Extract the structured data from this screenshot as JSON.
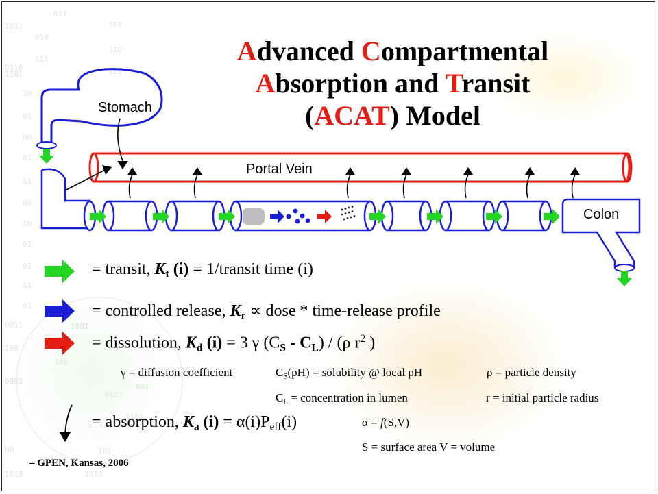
{
  "title": {
    "line1": {
      "a": "A",
      "b": "dvanced  ",
      "c": "C",
      "d": "ompartmental"
    },
    "line2": {
      "a": "A",
      "b": "bsorption  and  ",
      "c": "T",
      "d": "ransit"
    },
    "line3": {
      "a": "(",
      "b": "ACAT",
      "c": ")  Model"
    }
  },
  "diagram": {
    "stomach_label": "Stomach",
    "portal_vein_label": "Portal Vein",
    "colon_label": "Colon"
  },
  "legend": {
    "transit": {
      "pre": "=  transit,  ",
      "k": "K",
      "sub": "t",
      "mid": " (i)",
      "post": " = 1/transit time (i)"
    },
    "controlled_release": {
      "pre": "= controlled  release,   ",
      "k": "K",
      "sub": "r",
      "post": "  ∝  dose * time-release profile"
    },
    "dissolution": {
      "pre": "= dissolution,  ",
      "k": "K",
      "sub": "d",
      "mid": " (i)",
      "post_a": " = 3 γ (C",
      "post_sub_s": "S",
      "post_b": " - C",
      "post_sub_l": "L",
      "post_c": ") / (ρ r",
      "post_sup": "2",
      "post_d": " )"
    },
    "absorption": {
      "pre": "=  absorption,  ",
      "k": "K",
      "sub": "a",
      "mid": " (i)",
      "post_a": " = α(i)P",
      "post_sub": "eff",
      "post_b": "(i)"
    }
  },
  "definitions": {
    "gamma": "γ = diffusion coefficient",
    "cs": {
      "a": "C",
      "sub": "S",
      "b": "(pH)  = solubility @ local pH"
    },
    "rho": "ρ = particle density",
    "cl": {
      "a": "C",
      "sub": "L",
      "b": " = concentration in lumen"
    },
    "r": "r = initial particle radius",
    "alpha": {
      "a": "α = ",
      "f": "f",
      "b": "(S,V)"
    },
    "sv": "S = surface  area    V  =  volume"
  },
  "footer": "– GPEN, Kansas, 2006",
  "colors": {
    "accent_red": "#e31c14",
    "tube_blue": "#1a1fd6",
    "transit_green": "#22d622",
    "release_blue": "#1a1fd6",
    "dissolution_red": "#e31c14"
  },
  "background_binary": [
    "011",
    "1011",
    "010",
    "101",
    "0110",
    "110",
    "111",
    "1101",
    "101",
    "10",
    "01",
    "00",
    "01",
    "11",
    "00",
    "10",
    "01",
    "01",
    "11",
    "01",
    "0011",
    "1001",
    "100",
    "0003",
    "106",
    "001",
    "0111",
    "1101",
    "00",
    "101",
    "1010",
    "1010"
  ]
}
